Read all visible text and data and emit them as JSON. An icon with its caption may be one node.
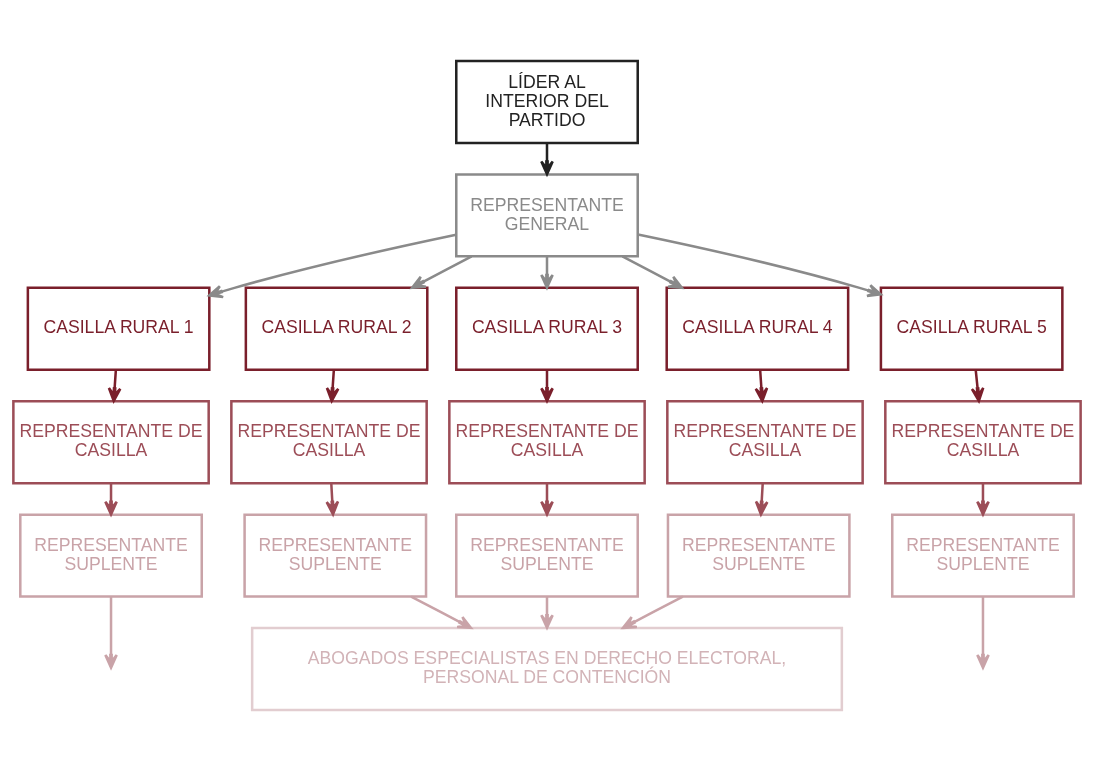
{
  "diagram": {
    "nodes": [
      {
        "text": [
          "LÍDER AL INTERIOR DEL PARTIDO"
        ]
      },
      {
        "text": [
          "REPRESENTANTE GENERAL"
        ]
      },
      {
        "text": [
          "CASILLA RURAL 1"
        ]
      },
      {
        "text": [
          "CASILLA RURAL 2"
        ]
      },
      {
        "text": [
          "CASILLA RURAL 3"
        ]
      },
      {
        "text": [
          "CASILLA RURAL 4"
        ]
      },
      {
        "text": [
          "CASILLA RURAL 5"
        ]
      },
      {
        "text": [
          "REPRESENTANTE DE CASILLA"
        ]
      },
      {
        "text": [
          "REPRESENTANTE DE CASILLA"
        ]
      },
      {
        "text": [
          "REPRESENTANTE DE CASILLA"
        ]
      },
      {
        "text": [
          "REPRESENTANTE DE CASILLA"
        ]
      },
      {
        "text": [
          "REPRESENTANTE DE CASILLA"
        ]
      },
      {
        "text": [
          "REPRESENTANTE SUPLENTE"
        ]
      },
      {
        "text": [
          "REPRESENTANTE SUPLENTE"
        ]
      },
      {
        "text": [
          "REPRESENTANTE SUPLENTE"
        ]
      },
      {
        "text": [
          "REPRESENTANTE SUPLENTE"
        ]
      },
      {
        "text": [
          "REPRESENTANTE SUPLENTE"
        ]
      },
      {
        "text": [
          "ABOGADOS ESPECIALISTAS EN DERECHO ELECTORAL, PERSONAL DE CONTENCIÓN"
        ]
      }
    ],
    "edges": [
      {
        "from": 0,
        "to": 1,
        "arrow": "to",
        "color": "#222222"
      },
      {
        "from": 1,
        "to": 2,
        "arrow": "to",
        "color": "#8a8a8a"
      },
      {
        "from": 1,
        "to": 3,
        "arrow": "to",
        "color": "#8a8a8a"
      },
      {
        "from": 1,
        "to": 4,
        "arrow": "to",
        "color": "#8a8a8a"
      },
      {
        "from": 1,
        "to": 5,
        "arrow": "to",
        "color": "#8a8a8a"
      },
      {
        "from": 1,
        "to": 6,
        "arrow": "to",
        "color": "#8a8a8a"
      },
      {
        "from": 2,
        "to": 7,
        "arrow": "to",
        "color": "#7a1f2b"
      },
      {
        "from": 3,
        "to": 8,
        "arrow": "to",
        "color": "#7a1f2b"
      },
      {
        "from": 4,
        "to": 9,
        "arrow": "to",
        "color": "#7a1f2b"
      },
      {
        "from": 5,
        "to": 10,
        "arrow": "to",
        "color": "#7a1f2b"
      },
      {
        "from": 6,
        "to": 11,
        "arrow": "to",
        "color": "#7a1f2b"
      },
      {
        "from": 7,
        "to": 12,
        "arrow": "to",
        "color": "#9c4d57"
      },
      {
        "from": 8,
        "to": 13,
        "arrow": "to",
        "color": "#9c4d57"
      },
      {
        "from": 9,
        "to": 14,
        "arrow": "to",
        "color": "#9c4d57"
      },
      {
        "from": 10,
        "to": 15,
        "arrow": "to",
        "color": "#9c4d57"
      },
      {
        "from": 11,
        "to": 16,
        "arrow": "to",
        "color": "#9c4d57"
      },
      {
        "from": 12,
        "to": null,
        "arrow": "to",
        "color": "#c9a3a8"
      },
      {
        "from": 13,
        "to": 17,
        "arrow": "to",
        "color": "#c9a3a8"
      },
      {
        "from": 14,
        "to": 17,
        "arrow": "to",
        "color": "#c9a3a8"
      },
      {
        "from": 15,
        "to": 17,
        "arrow": "to",
        "color": "#c9a3a8"
      },
      {
        "from": 16,
        "to": null,
        "arrow": "to",
        "color": "#c9a3a8"
      }
    ]
  }
}
